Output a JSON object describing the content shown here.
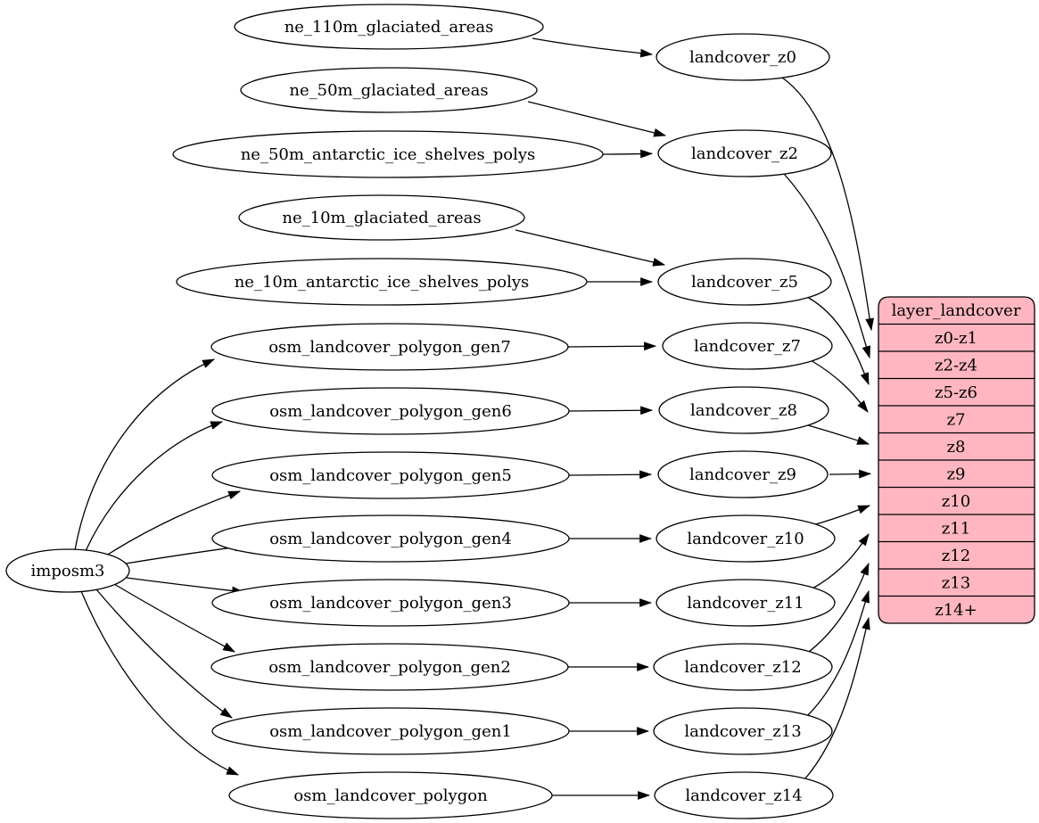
{
  "diagram": {
    "type": "graphviz-dataflow",
    "nodes": {
      "imposm3": "imposm3",
      "ne_110m_glaciated_areas": "ne_110m_glaciated_areas",
      "ne_50m_glaciated_areas": "ne_50m_glaciated_areas",
      "ne_50m_antarctic_ice_shelves_polys": "ne_50m_antarctic_ice_shelves_polys",
      "ne_10m_glaciated_areas": "ne_10m_glaciated_areas",
      "ne_10m_antarctic_ice_shelves_polys": "ne_10m_antarctic_ice_shelves_polys",
      "osm_landcover_polygon_gen7": "osm_landcover_polygon_gen7",
      "osm_landcover_polygon_gen6": "osm_landcover_polygon_gen6",
      "osm_landcover_polygon_gen5": "osm_landcover_polygon_gen5",
      "osm_landcover_polygon_gen4": "osm_landcover_polygon_gen4",
      "osm_landcover_polygon_gen3": "osm_landcover_polygon_gen3",
      "osm_landcover_polygon_gen2": "osm_landcover_polygon_gen2",
      "osm_landcover_polygon_gen1": "osm_landcover_polygon_gen1",
      "osm_landcover_polygon": "osm_landcover_polygon",
      "landcover_z0": "landcover_z0",
      "landcover_z2": "landcover_z2",
      "landcover_z5": "landcover_z5",
      "landcover_z7": "landcover_z7",
      "landcover_z8": "landcover_z8",
      "landcover_z9": "landcover_z9",
      "landcover_z10": "landcover_z10",
      "landcover_z11": "landcover_z11",
      "landcover_z12": "landcover_z12",
      "landcover_z13": "landcover_z13",
      "landcover_z14": "landcover_z14"
    },
    "table": {
      "title": "layer_landcover",
      "rows": [
        "z0-z1",
        "z2-z4",
        "z5-z6",
        "z7",
        "z8",
        "z9",
        "z10",
        "z11",
        "z12",
        "z13",
        "z14+"
      ]
    },
    "edges": [
      [
        "ne_110m_glaciated_areas",
        "landcover_z0"
      ],
      [
        "ne_50m_glaciated_areas",
        "landcover_z2"
      ],
      [
        "ne_50m_antarctic_ice_shelves_polys",
        "landcover_z2"
      ],
      [
        "ne_10m_glaciated_areas",
        "landcover_z5"
      ],
      [
        "ne_10m_antarctic_ice_shelves_polys",
        "landcover_z5"
      ],
      [
        "imposm3",
        "osm_landcover_polygon_gen7"
      ],
      [
        "imposm3",
        "osm_landcover_polygon_gen6"
      ],
      [
        "imposm3",
        "osm_landcover_polygon_gen5"
      ],
      [
        "imposm3",
        "osm_landcover_polygon_gen4"
      ],
      [
        "imposm3",
        "osm_landcover_polygon_gen3"
      ],
      [
        "imposm3",
        "osm_landcover_polygon_gen2"
      ],
      [
        "imposm3",
        "osm_landcover_polygon_gen1"
      ],
      [
        "imposm3",
        "osm_landcover_polygon"
      ],
      [
        "osm_landcover_polygon_gen7",
        "landcover_z7"
      ],
      [
        "osm_landcover_polygon_gen6",
        "landcover_z8"
      ],
      [
        "osm_landcover_polygon_gen5",
        "landcover_z9"
      ],
      [
        "osm_landcover_polygon_gen4",
        "landcover_z10"
      ],
      [
        "osm_landcover_polygon_gen3",
        "landcover_z11"
      ],
      [
        "osm_landcover_polygon_gen2",
        "landcover_z12"
      ],
      [
        "osm_landcover_polygon_gen1",
        "landcover_z13"
      ],
      [
        "osm_landcover_polygon",
        "landcover_z14"
      ],
      [
        "landcover_z0",
        "layer_landcover.z0-z1"
      ],
      [
        "landcover_z2",
        "layer_landcover.z2-z4"
      ],
      [
        "landcover_z5",
        "layer_landcover.z5-z6"
      ],
      [
        "landcover_z7",
        "layer_landcover.z7"
      ],
      [
        "landcover_z8",
        "layer_landcover.z8"
      ],
      [
        "landcover_z9",
        "layer_landcover.z9"
      ],
      [
        "landcover_z10",
        "layer_landcover.z10"
      ],
      [
        "landcover_z11",
        "layer_landcover.z11"
      ],
      [
        "landcover_z12",
        "layer_landcover.z12"
      ],
      [
        "landcover_z13",
        "layer_landcover.z13"
      ],
      [
        "landcover_z14",
        "layer_landcover.z14+"
      ]
    ],
    "colors": {
      "node_fill": "#ffffff",
      "edge_stroke": "#000000",
      "table_fill": "#ffb6c1",
      "text": "#000000"
    }
  }
}
